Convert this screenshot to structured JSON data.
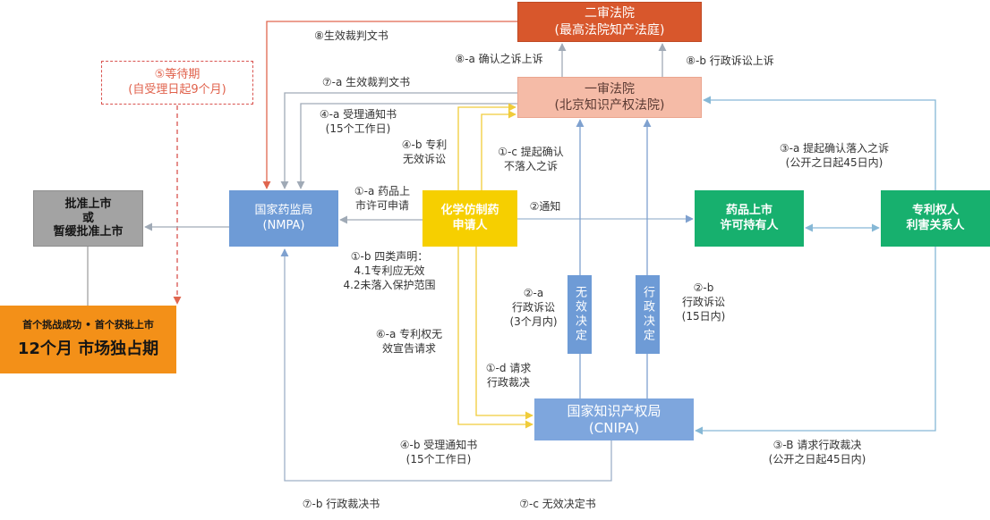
{
  "nodes": {
    "second_court": {
      "title": "二审法院",
      "subtitle": "(最高法院知产法庭)"
    },
    "first_court": {
      "title": "一审法院",
      "subtitle": "(北京知识产权法院)"
    },
    "nmpa": {
      "title": "国家药监局",
      "subtitle": "(NMPA)"
    },
    "applicant": {
      "line1": "化学仿制药",
      "line2": "申请人"
    },
    "mah": {
      "line1": "药品上市",
      "line2": "许可持有人"
    },
    "patentee": {
      "line1": "专利权人",
      "line2": "利害关系人"
    },
    "approval": {
      "line1": "批准上市",
      "line2": "或",
      "line3": "暂缓批准上市"
    },
    "exclusivity": {
      "line1": "首个挑战成功 • 首个获批上市",
      "line2": "12个月 市场独占期"
    },
    "waiting_period": {
      "line1": "⑤等待期",
      "line2": "(自受理日起9个月)"
    },
    "cnipa": {
      "title": "国家知识产权局",
      "subtitle": "(CNIPA)"
    },
    "invalid_decision": "无效决定",
    "admin_decision": "行政决定"
  },
  "labels": {
    "effective_judgment": "⑧生效裁判文书",
    "appeal_confirmation": "⑧-a 确认之诉上诉",
    "appeal_admin": "⑧-b 行政诉讼上诉",
    "effective_judgment_a": "⑦-a 生效裁判文书",
    "acceptance_notice_a": [
      "④-a 受理通知书",
      "(15个工作日)"
    ],
    "patent_invalid_suit": [
      "④-b 专利",
      "无效诉讼"
    ],
    "non_infringement_suit": [
      "①-c 提起确认",
      "不落入之诉"
    ],
    "infringement_suit": [
      "③-a 提起确认落入之诉",
      "(公开之日起45日内)"
    ],
    "marketing_application": [
      "①-a 药品上",
      "市许可申请"
    ],
    "notice": "②通知",
    "declaration": [
      "①-b 四类声明：",
      "4.1专利应无效",
      "4.2未落入保护范围"
    ],
    "admin_suit_a": [
      "②-a",
      "行政诉讼",
      "(3个月内)"
    ],
    "admin_suit_b": [
      "②-b",
      "行政诉讼",
      "(15日内)"
    ],
    "invalidation_request": [
      "⑥-a 专利权无",
      "效宣告请求"
    ],
    "admin_ruling_request_applicant": [
      "①-d 请求",
      "行政裁决"
    ],
    "acceptance_notice_b": [
      "④-b 受理通知书",
      "(15个工作日)"
    ],
    "admin_ruling_request_patentee": [
      "③-B 请求行政裁决",
      "(公开之日起45日内)"
    ],
    "admin_ruling_doc": "⑦-b 行政裁决书",
    "invalid_decision_doc": "⑦-c 无效决定书"
  },
  "colors": {
    "second_court": "#d8572c",
    "first_court": "#f5bba7",
    "nmpa": "#6e9bd6",
    "applicant": "#f6cf00",
    "green_boxes": "#17b06e",
    "approval": "#a3a3a3",
    "exclusivity": "#f39018",
    "waiting_period": "#d9534f",
    "cnipa": "#7ea6dd"
  }
}
